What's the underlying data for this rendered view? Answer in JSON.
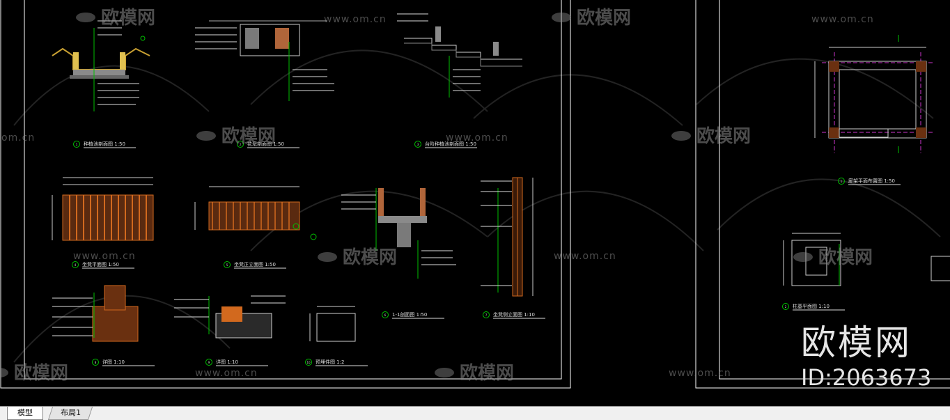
{
  "watermarks": {
    "brand": "欧模网",
    "url": "www.om.cn",
    "url_short": "om.cn"
  },
  "corner_watermark": {
    "brand": "欧模网",
    "id": "ID:2063673"
  },
  "sheet1": {
    "details": [
      {
        "num": "1",
        "title": "种植池剖面图 1:50"
      },
      {
        "num": "2",
        "title": "花坛剖面图 1:50"
      },
      {
        "num": "3",
        "title": "台阶种植池剖面图 1:50"
      },
      {
        "num": "4",
        "title": "坐凳平面图 1:50"
      },
      {
        "num": "5",
        "title": "坐凳正立面图 1:50"
      },
      {
        "num": "6",
        "title": "1-1剖面图 1:50"
      },
      {
        "num": "7",
        "title": "坐凳侧立面图 1:10"
      },
      {
        "num": "8",
        "title": "详图 1:10"
      },
      {
        "num": "9",
        "title": "详图 1:10"
      },
      {
        "num": "10",
        "title": "预埋件图 1:2"
      }
    ]
  },
  "sheet2": {
    "details": [
      {
        "num": "1",
        "title": "廊架平面布置图 1:50"
      },
      {
        "num": "2",
        "title": "柱基平面图 1:10"
      }
    ]
  },
  "colors": {
    "background": "#000000",
    "frame": "#ffffff",
    "leader": "#00c000",
    "timber": "#d2691e",
    "axis": "#cc33cc"
  },
  "layout_tabs": {
    "model": "模型",
    "layout1": "布局1"
  }
}
